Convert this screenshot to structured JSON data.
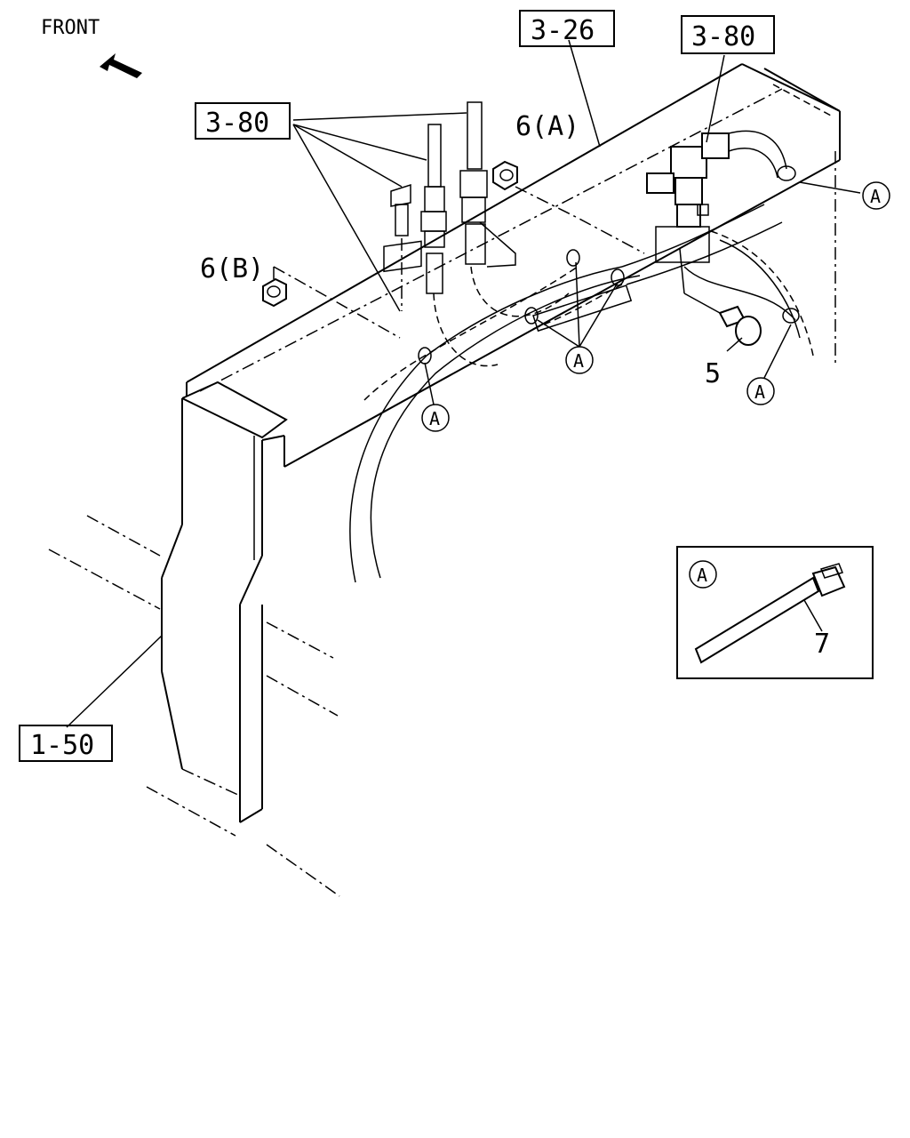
{
  "orientation": {
    "label": "FRONT",
    "icon": "front-arrow-icon"
  },
  "ref_boxes": [
    "3-26",
    "3-80",
    "3-80",
    "1-50"
  ],
  "part_labels": [
    "6(A)",
    "6(B)",
    "5",
    "7"
  ],
  "clip_marker": "A",
  "detail_box": {
    "marker": "A",
    "part": "7"
  }
}
